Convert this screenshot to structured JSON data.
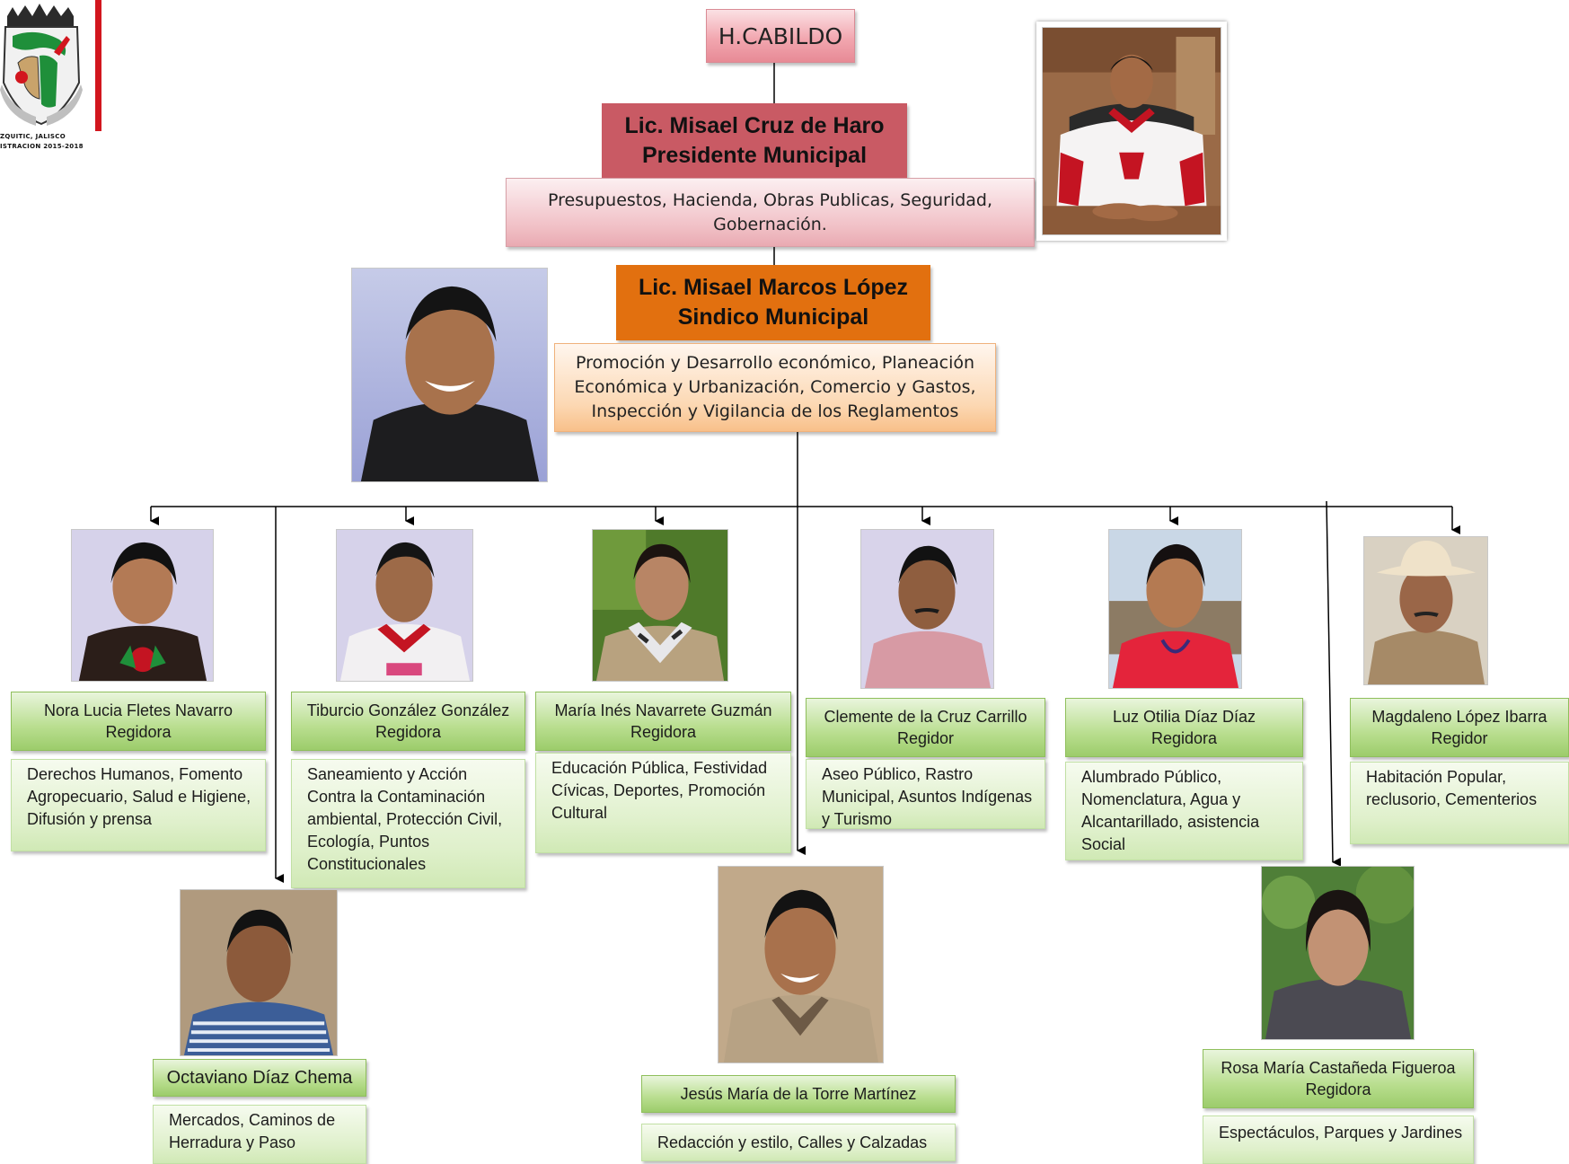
{
  "logo": {
    "name": "coat-of-arms",
    "line1": "ZQUITIC, JALISCO",
    "line2": "ISTRACION 2015-2018"
  },
  "title": "H.CABILDO",
  "president": {
    "name": "Lic. Misael Cruz de Haro",
    "role": "Presidente Municipal",
    "duties_line1": "Presupuestos, Hacienda, Obras Publicas, Seguridad,",
    "duties_line2": "Gobernación."
  },
  "sindico": {
    "name": "Lic. Misael Marcos López",
    "role": "Sindico Municipal",
    "duties_line1": "Promoción y Desarrollo económico, Planeación",
    "duties_line2": "Económica y Urbanización, Comercio y Gastos,",
    "duties_line3": "Inspección y Vigilancia de los Reglamentos"
  },
  "regidores": [
    {
      "name": "Nora Lucia Fletes Navarro",
      "role": "Regidora",
      "duties": "Derechos Humanos, Fomento Agropecuario, Salud e Higiene, Difusión y prensa"
    },
    {
      "name": "Tiburcio González González",
      "role": "Regidora",
      "duties": "Saneamiento y Acción Contra la Contaminación ambiental, Protección Civil, Ecología, Puntos Constitucionales"
    },
    {
      "name": "María Inés Navarrete Guzmán",
      "role": "Regidora",
      "duties": "Educación Pública, Festividad Cívicas, Deportes, Promoción Cultural"
    },
    {
      "name": "Clemente de la Cruz Carrillo",
      "role": "Regidor",
      "duties": "Aseo Público, Rastro Municipal, Asuntos Indígenas y Turismo"
    },
    {
      "name": "Luz Otilia Díaz Díaz",
      "role": "Regidora",
      "duties": "Alumbrado Público, Nomenclatura, Agua y Alcantarillado, asistencia Social"
    },
    {
      "name": "Magdaleno López Ibarra",
      "role": "Regidor",
      "duties": "Habitación Popular, reclusorio, Cementerios"
    }
  ],
  "lower": [
    {
      "name": "Octaviano Díaz Chema",
      "duties": "Mercados, Caminos de Herradura y Paso"
    },
    {
      "name": "Jesús María de la Torre Martínez",
      "duties": "Redacción y estilo, Calles y Calzadas"
    },
    {
      "name": "Rosa María Castañeda Figueroa",
      "role": "Regidora",
      "duties": "Espectáculos, Parques y Jardines"
    }
  ],
  "colors": {
    "president": "#c95a64",
    "sindico": "#e2700f",
    "regidor": "#9ccc6b"
  }
}
